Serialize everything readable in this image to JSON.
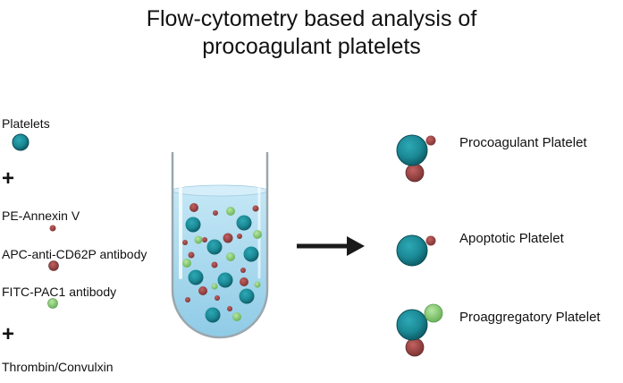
{
  "title": {
    "line1": "Flow-cytometry based analysis of",
    "line2": "procoagulant platelets"
  },
  "reagents": {
    "platelets": "Platelets",
    "plus1": "+",
    "annexin": "PE-Annexin V",
    "cd62p": "APC-anti-CD62P antibody",
    "pac1": "FITC-PAC1 antibody",
    "plus2": "+",
    "agonist": "Thrombin/Convulxin"
  },
  "outcomes": {
    "procoagulant": "Procoagulant Platelet",
    "apoptotic": "Apoptotic Platelet",
    "proaggregatory": "Proaggregatory Platelet"
  },
  "colors": {
    "platelet": "#1b8a96",
    "annexin": "#b04a4a",
    "cd62p": "#8f4a4a",
    "pac1": "#8ed078",
    "liquid": "#a9d9ef",
    "arrow": "#1a1a1a"
  }
}
